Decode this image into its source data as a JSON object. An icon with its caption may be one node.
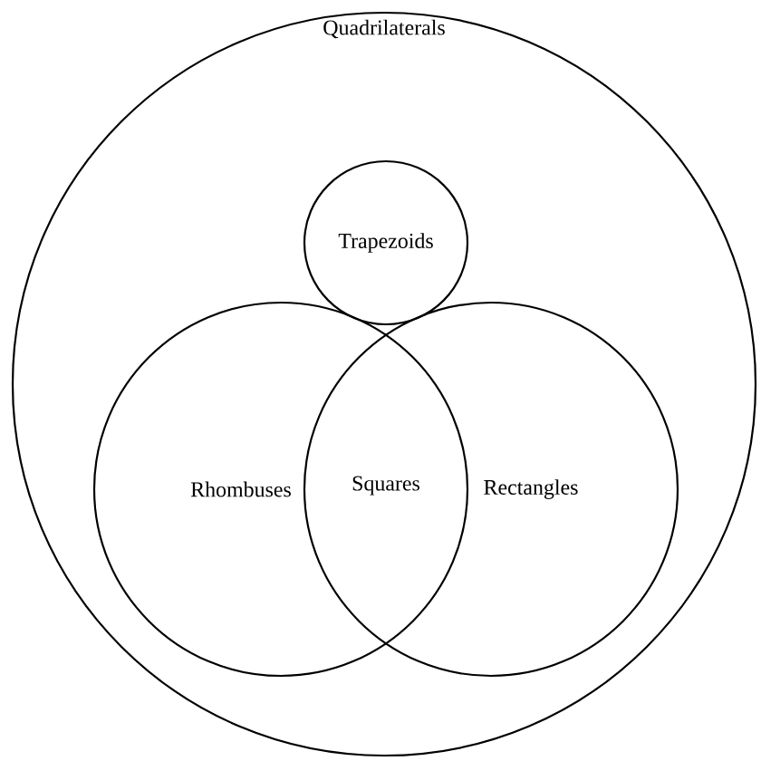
{
  "diagram": {
    "nodes": [
      {
        "text": [
          "Quadrilaterals"
        ]
      },
      {
        "text": [
          "Trapezoids"
        ],
        "in": 0
      },
      {
        "text": [
          "Rhombuses"
        ],
        "in": 0
      },
      {
        "text": [
          "Rectangles"
        ],
        "in": 0
      }
    ],
    "labels": [
      "Squares"
    ]
  }
}
